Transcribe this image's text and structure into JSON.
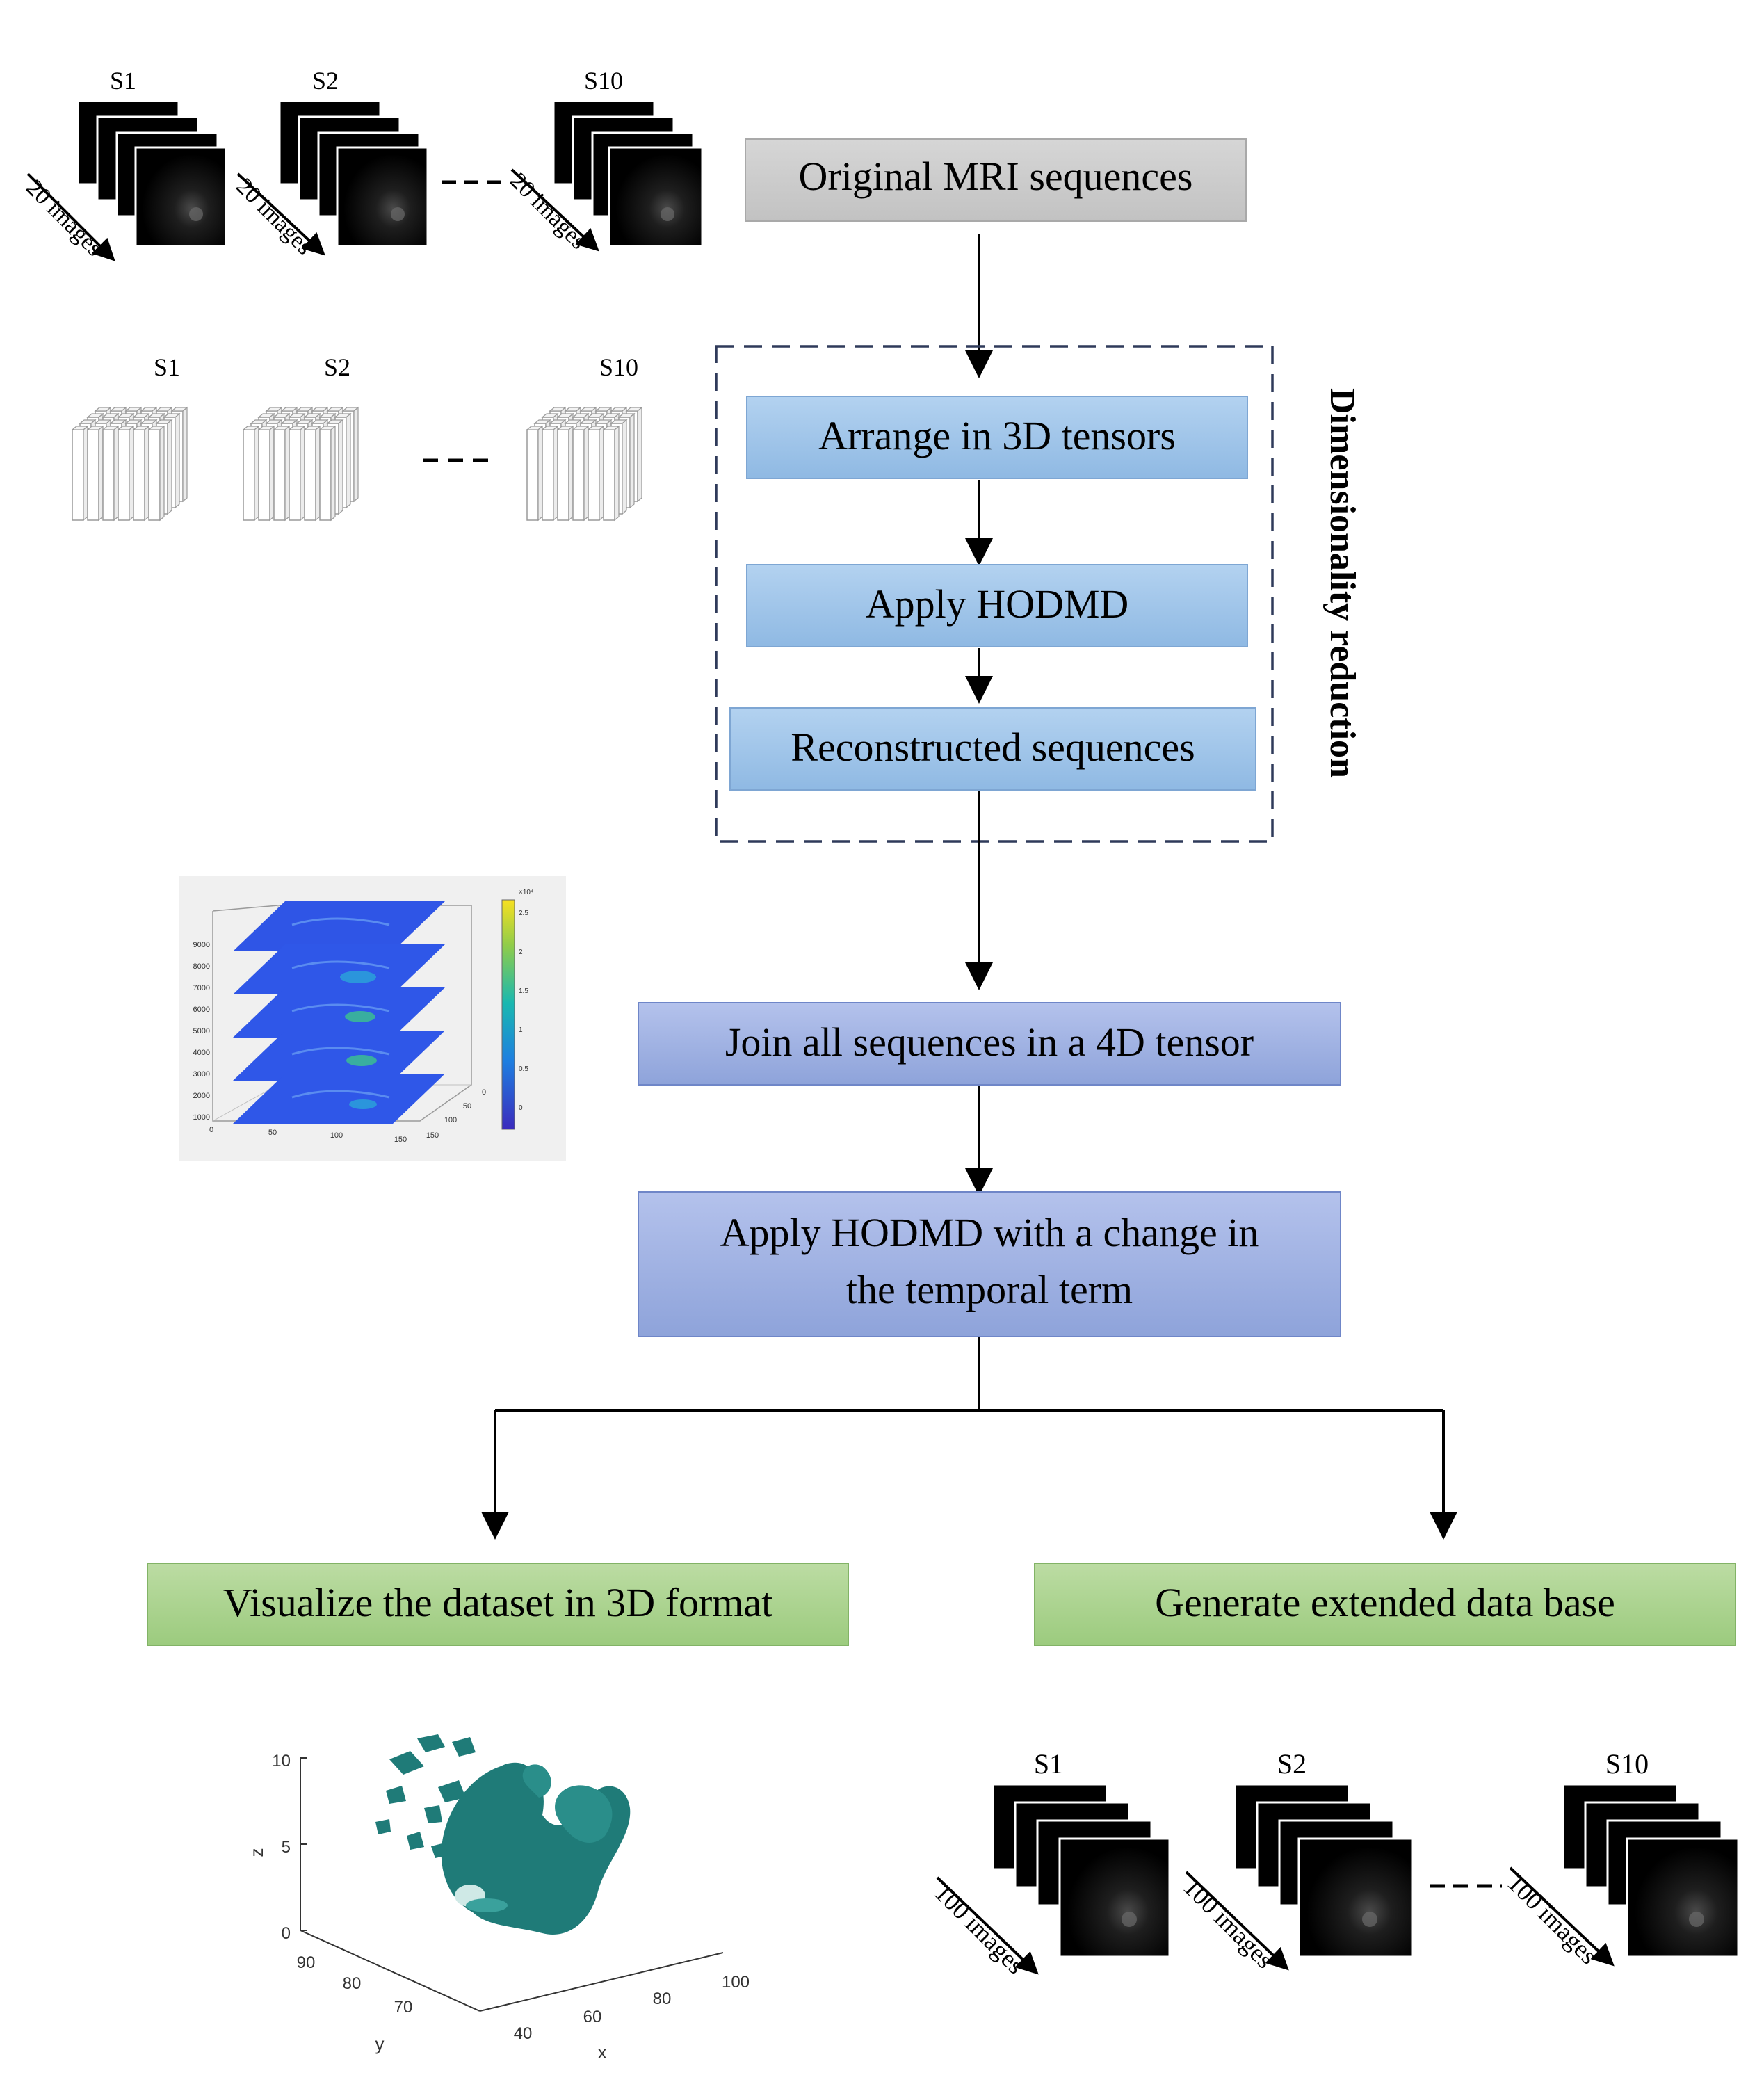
{
  "boxes": {
    "original": "Original MRI sequences",
    "arrange": "Arrange in 3D tensors",
    "apply": "Apply HODMD",
    "reconstructed": "Reconstructed sequences",
    "join": "Join all sequences in a 4D tensor",
    "apply_change_line1": "Apply HODMD with a change in",
    "apply_change_line2": "the temporal term",
    "visualize": "Visualize the dataset in 3D format",
    "generate": "Generate extended data base"
  },
  "group_label": "Dimensionality reduction",
  "top_sequences": {
    "labels": [
      "S1",
      "S2",
      "S10"
    ],
    "count_label": "20 images"
  },
  "tensor_sequences": {
    "labels": [
      "S1",
      "S2",
      "S10"
    ]
  },
  "bottom_sequences": {
    "labels": [
      "S1",
      "S2",
      "S10"
    ],
    "count_label": "100 images"
  },
  "stack_plot": {
    "y_ticks": [
      "9000",
      "8000",
      "7000",
      "6000",
      "5000",
      "4000",
      "3000",
      "2000",
      "1000"
    ],
    "x_ticks": [
      "0",
      "50",
      "100",
      "150"
    ],
    "z_ticks": [
      "0",
      "50",
      "100",
      "150"
    ],
    "colorbar_ticks": [
      "2.5",
      "2",
      "1.5",
      "1",
      "0.5",
      "0"
    ],
    "colorbar_exponent": "×10⁴"
  },
  "iso_plot": {
    "z_label": "z",
    "z_ticks": [
      "10",
      "5",
      "0"
    ],
    "y_label": "y",
    "y_ticks": [
      "90",
      "80",
      "70"
    ],
    "x_label": "x",
    "x_ticks": [
      "40",
      "60",
      "80",
      "100"
    ]
  },
  "colors": {
    "gray_box": "#cccccc",
    "blue_box_light": "#9dc3e6",
    "purple_box": "#9aaee0",
    "green_box": "#a9d18e",
    "dashed_border": "#2f3a5a",
    "iso_surface": "#1f7b78"
  }
}
